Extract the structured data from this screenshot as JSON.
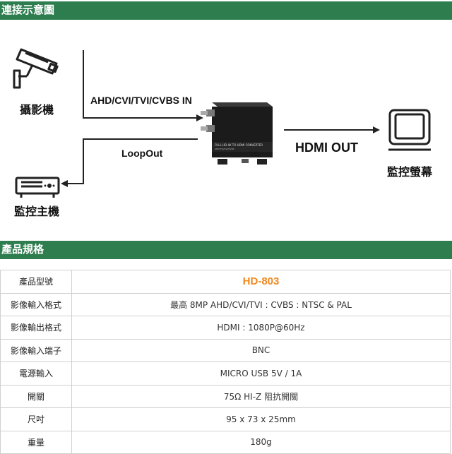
{
  "sections": {
    "diagram_title": "連接示意圖",
    "spec_title": "產品規格"
  },
  "diagram": {
    "camera_label": "攝影機",
    "dvr_label": "監控主機",
    "monitor_label": "監控螢幕",
    "input_label": "AHD/CVI/TVI/CVBS IN",
    "loop_label": "LoopOut",
    "output_label": "HDMI OUT",
    "device_face_text": "FULL HD 4K TO HDMI CONVERTER",
    "device_model_small": "AHD/TVI/CVI/CVBS",
    "icons": [
      "cctv-camera-icon",
      "dvr-icon",
      "monitor-icon"
    ]
  },
  "specs": [
    {
      "key": "產品型號",
      "value": "HD-803"
    },
    {
      "key": "影像輸入格式",
      "value": "最高 8MP AHD/CVI/TVI : CVBS : NTSC & PAL"
    },
    {
      "key": "影像輸出格式",
      "value": "HDMI : 1080P@60Hz"
    },
    {
      "key": "影像輸入端子",
      "value": "BNC"
    },
    {
      "key": "電源輸入",
      "value": "MICRO USB 5V / 1A"
    },
    {
      "key": "開關",
      "value": "75Ω HI-Z 阻抗開關"
    },
    {
      "key": "尺吋",
      "value": "95 x 73 x 25mm"
    },
    {
      "key": "重量",
      "value": "180g"
    }
  ],
  "colors": {
    "band": "#2e7d4f",
    "model_highlight": "#f0891f"
  }
}
